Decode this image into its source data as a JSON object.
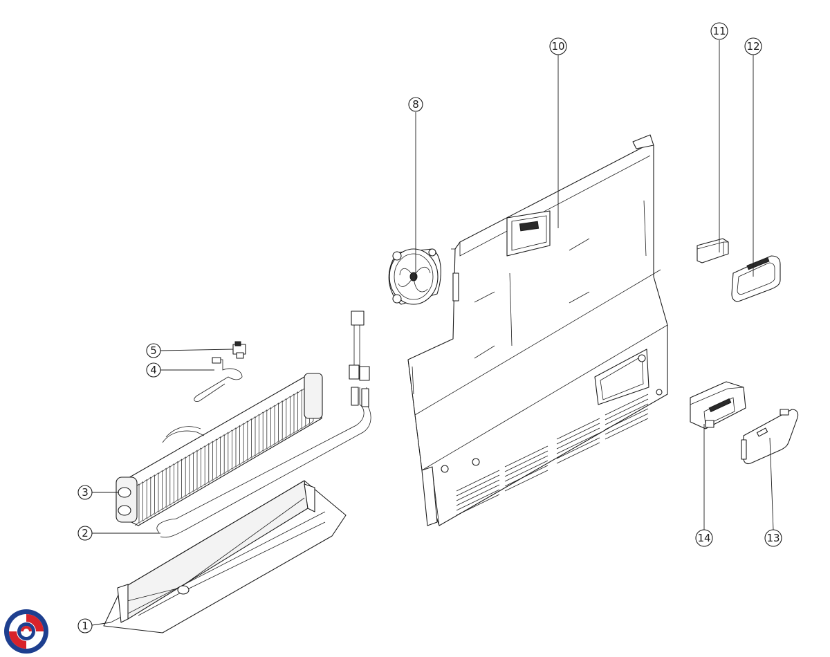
{
  "callouts": [
    {
      "id": "c1",
      "label": "1"
    },
    {
      "id": "c2",
      "label": "2"
    },
    {
      "id": "c3",
      "label": "3"
    },
    {
      "id": "c4",
      "label": "4"
    },
    {
      "id": "c5",
      "label": "5"
    },
    {
      "id": "c8",
      "label": "8"
    },
    {
      "id": "c10",
      "label": "10"
    },
    {
      "id": "c11",
      "label": "11"
    },
    {
      "id": "c12",
      "label": "12"
    },
    {
      "id": "c13",
      "label": "13"
    },
    {
      "id": "c14",
      "label": "14"
    }
  ],
  "logo": {
    "icon": "brand-swirl-logo-icon",
    "colors": [
      "#d8232a",
      "#1e3f8f"
    ]
  }
}
